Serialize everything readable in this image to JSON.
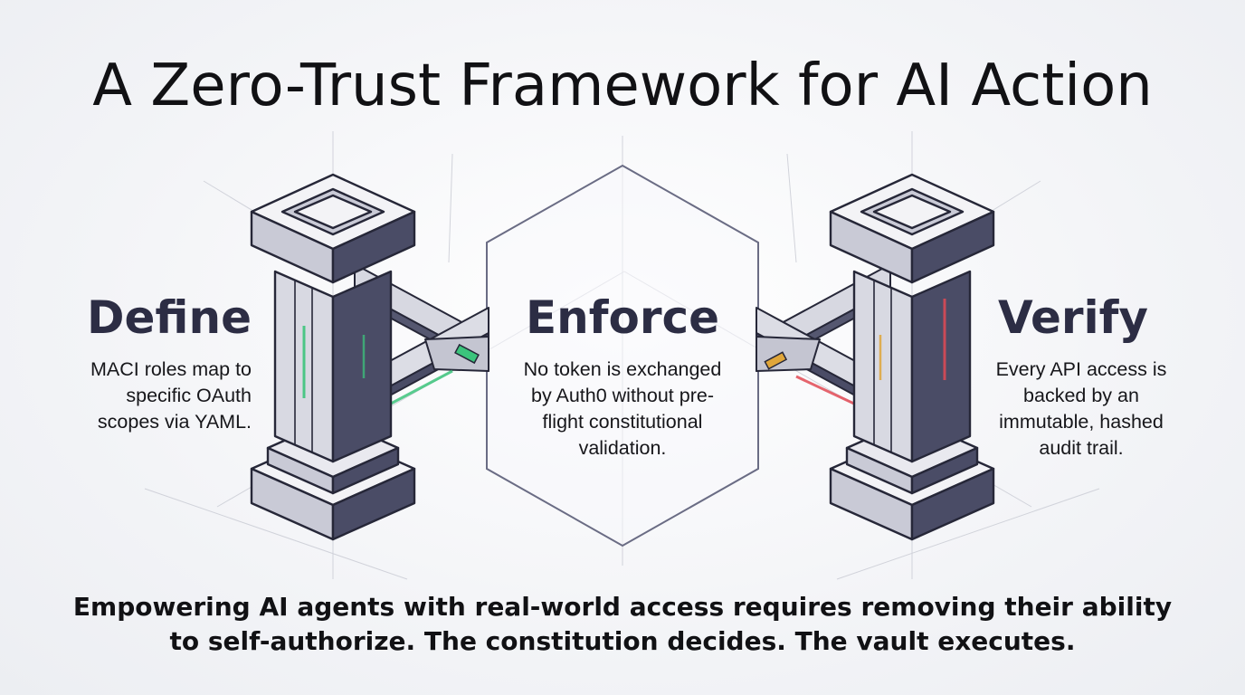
{
  "title": "A Zero-Trust Framework for AI Action",
  "pillars": [
    {
      "heading": "Define",
      "lines": [
        "MACI roles map to",
        "specific OAuth",
        "scopes via YAML."
      ],
      "accent": "#3cc47c"
    },
    {
      "heading": "Enforce",
      "lines": [
        "No token is exchanged",
        "by Auth0 without pre-",
        "flight constitutional",
        "validation."
      ]
    },
    {
      "heading": "Verify",
      "lines": [
        "Every API access is",
        "backed by an",
        "immutable, hashed",
        "audit trail."
      ],
      "accent": "#e0a63a",
      "accent_secondary": "#e24a55"
    }
  ],
  "tagline": [
    "Empowering AI agents with real-world access requires removing their ability",
    "to self-authorize. The constitution decides. The vault executes."
  ],
  "colors": {
    "pillar_top": "#f3f3f6",
    "pillar_left": "#c9cad6",
    "pillar_right": "#4a4c66",
    "outline": "#262738",
    "enforce_heading": "#2c2d44"
  }
}
